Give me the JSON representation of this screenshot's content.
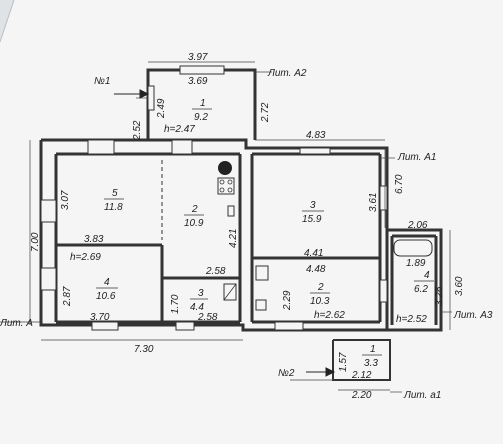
{
  "colors": {
    "paper": "#f4f5f4",
    "ink": "#2b2b2b",
    "wall": "#3a3a3a",
    "shadow": "#c9ced2"
  },
  "markers": {
    "n1": "№1",
    "n2": "№2"
  },
  "liters": {
    "a": "Лит. А",
    "a1": "Лит. А1",
    "a2": "Лит. А2",
    "a3": "Лит. А3",
    "a_small": "Лит. а1"
  },
  "rooms": {
    "r5": {
      "num": "5",
      "area": "11.8"
    },
    "r2a": {
      "num": "2",
      "area": "10.9"
    },
    "r3a": {
      "num": "3",
      "area": "15.9"
    },
    "r4a": {
      "num": "4",
      "area": "10.6"
    },
    "r3b": {
      "num": "3",
      "area": "4.4"
    },
    "r2b": {
      "num": "2",
      "area": "10.3"
    },
    "r4b": {
      "num": "4",
      "area": "6.2"
    },
    "r1a": {
      "num": "1",
      "area": "9.2"
    },
    "r1b": {
      "num": "1",
      "area": "3.3"
    }
  },
  "heights": {
    "h247": "h=2.47",
    "h269": "h=2.69",
    "h262": "h=2.62",
    "h252": "h=2.52"
  },
  "dims": {
    "d397": "3.97",
    "d369": "3.69",
    "d249": "2.49",
    "d252": "2.52",
    "d272": "2.72",
    "d483": "4.83",
    "d670": "6.70",
    "d361": "3.61",
    "d307": "3.07",
    "d383": "3.83",
    "d700": "7.00",
    "d421": "4.21",
    "d441": "4.41",
    "d448": "4.48",
    "d206": "2.06",
    "d189": "1.89",
    "d326": "3.26",
    "d360": "3.60",
    "d258a": "2.58",
    "d258b": "2.58",
    "d170": "1.70",
    "d287": "2.87",
    "d370": "3.70",
    "d229": "2.29",
    "d730": "7.30",
    "d157": "1.57",
    "d212": "2.12",
    "d220": "2.20"
  }
}
